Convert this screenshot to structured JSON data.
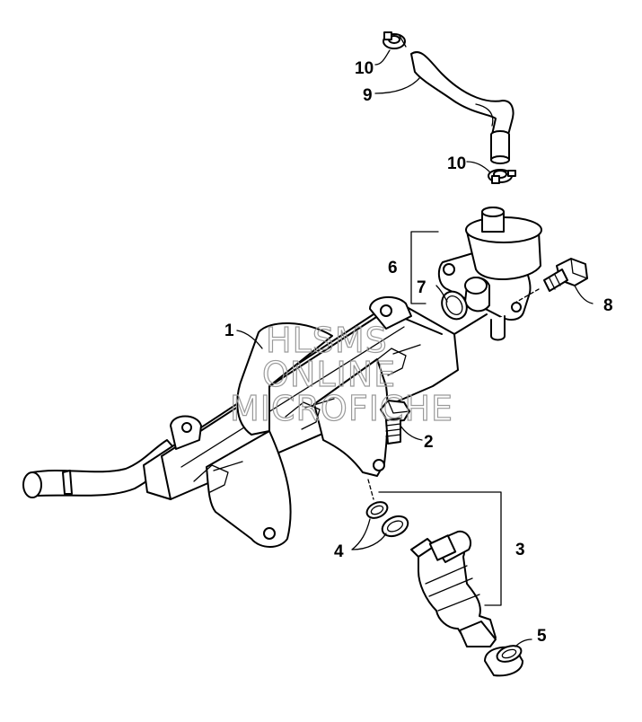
{
  "callouts": {
    "c1": "1",
    "c2": "2",
    "c3": "3",
    "c4": "4",
    "c5": "5",
    "c6": "6",
    "c7": "7",
    "c8": "8",
    "c9": "9",
    "c10_top": "10",
    "c10_mid": "10"
  },
  "watermark": {
    "line1": "HLSMS",
    "line2": "ONLINE",
    "line3": "MICROFICHE"
  }
}
